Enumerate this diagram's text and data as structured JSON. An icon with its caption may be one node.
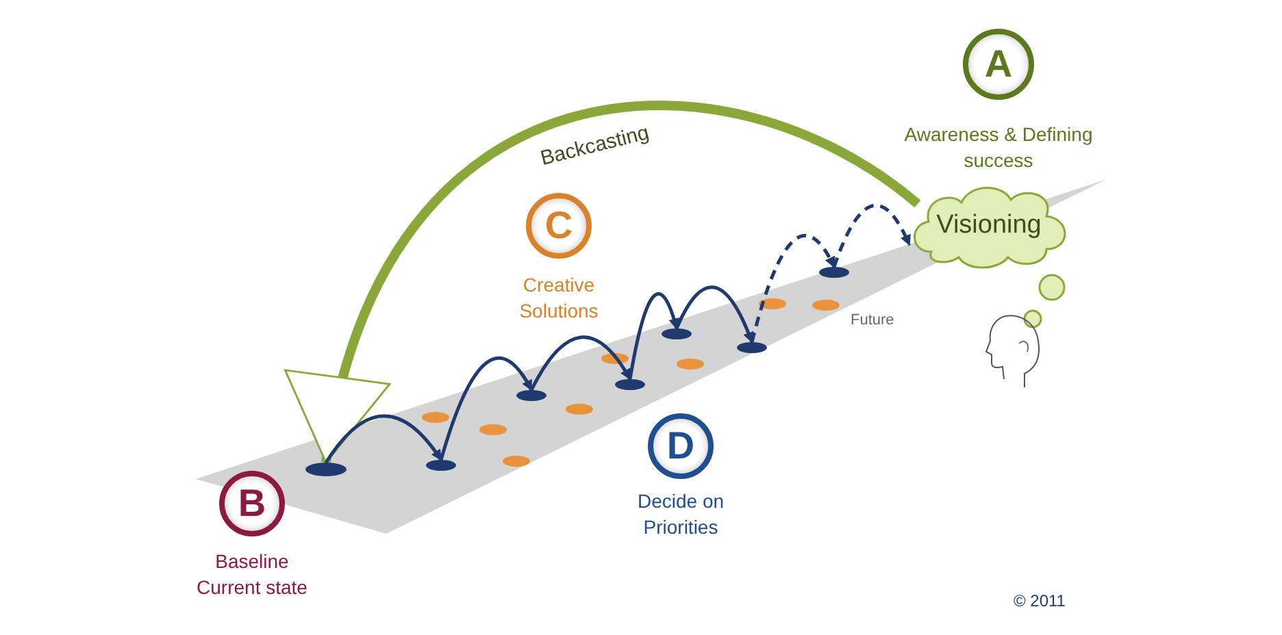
{
  "diagram": {
    "nodes": [
      {
        "text": [
          "A"
        ],
        "beside": [
          "Awareness & Defining success"
        ]
      },
      {
        "text": [
          "Visioning"
        ]
      },
      {
        "text": [
          "C"
        ],
        "beside": [
          "Creative Solutions"
        ]
      },
      {
        "text": [
          "D"
        ],
        "beside": [
          "Decide on Priorities"
        ]
      },
      {
        "text": [
          "B"
        ],
        "beside": [
          "Baseline Current state"
        ]
      },
      {
        "text": [],
        "shape": "ellipse"
      },
      {
        "text": [],
        "shape": "ellipse"
      },
      {
        "text": [],
        "shape": "ellipse"
      },
      {
        "text": [],
        "shape": "ellipse"
      },
      {
        "text": [],
        "shape": "ellipse"
      },
      {
        "text": [],
        "shape": "ellipse"
      },
      {
        "text": [],
        "shape": "ellipse"
      },
      {
        "text": [],
        "shape": "person"
      }
    ],
    "edges": [
      {
        "from": 1,
        "to": 5,
        "arrow": "to",
        "label": "Backcasting",
        "style": "thick",
        "color": "#8aa83a"
      },
      {
        "from": 5,
        "to": 6,
        "arrow": "to"
      },
      {
        "from": 6,
        "to": 7,
        "arrow": "to"
      },
      {
        "from": 7,
        "to": 8,
        "arrow": "to"
      },
      {
        "from": 8,
        "to": 9,
        "arrow": "to"
      },
      {
        "from": 9,
        "to": 10,
        "arrow": "to"
      },
      {
        "from": 10,
        "to": 11,
        "arrow": "to",
        "style": "dashed"
      },
      {
        "from": 11,
        "to": 1,
        "arrow": "to",
        "style": "dashed"
      }
    ],
    "labels": [
      "Future",
      "© 2011"
    ]
  }
}
